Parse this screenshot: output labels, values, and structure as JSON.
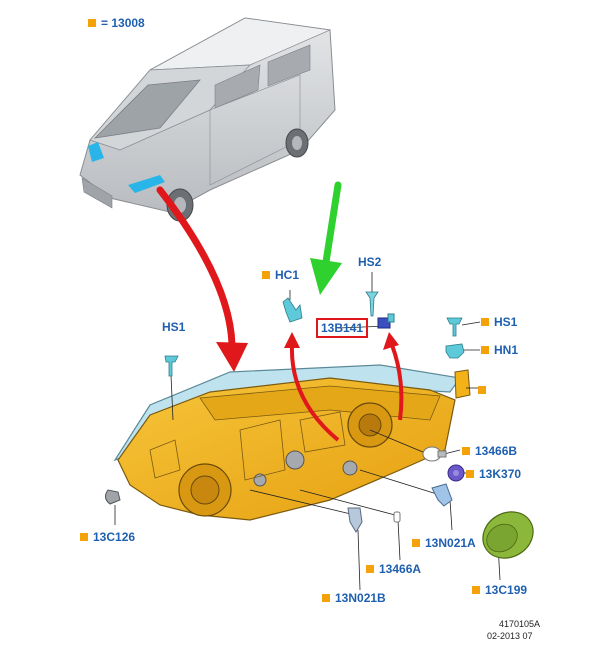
{
  "diagram": {
    "vehicle_label": "13008",
    "vehicle_eq": "=",
    "highlighted_part": "13B141",
    "callouts": [
      {
        "id": "HC1",
        "text": "HC1"
      },
      {
        "id": "HS2",
        "text": "HS2"
      },
      {
        "id": "HS1_left",
        "text": "HS1"
      },
      {
        "id": "HS1_right",
        "text": "HS1"
      },
      {
        "id": "HN1",
        "text": "HN1"
      },
      {
        "id": "13466B",
        "text": "13466B"
      },
      {
        "id": "13K370",
        "text": "13K370"
      },
      {
        "id": "13N021A",
        "text": "13N021A"
      },
      {
        "id": "13C126",
        "text": "13C126"
      },
      {
        "id": "13466A",
        "text": "13466A"
      },
      {
        "id": "13N021B",
        "text": "13N021B"
      },
      {
        "id": "13C199",
        "text": "13C199"
      }
    ],
    "reference": {
      "code": "4170105A",
      "date": "02-2013 07"
    },
    "colors": {
      "housing": "#f2b218",
      "housing_dark": "#c98a0a",
      "lens": "#bfe3ee",
      "callout_square": "#f5a20a",
      "label_text": "#1f5fb0",
      "arrow_red": "#e0181b",
      "arrow_green": "#2fd12f",
      "clip_cyan": "#5ec9d8",
      "cap_green": "#8bb83a"
    },
    "icons": [
      "van-outline",
      "headlamp-assembly",
      "bulb",
      "bulb-holder",
      "clip",
      "screw",
      "dust-cap"
    ]
  }
}
